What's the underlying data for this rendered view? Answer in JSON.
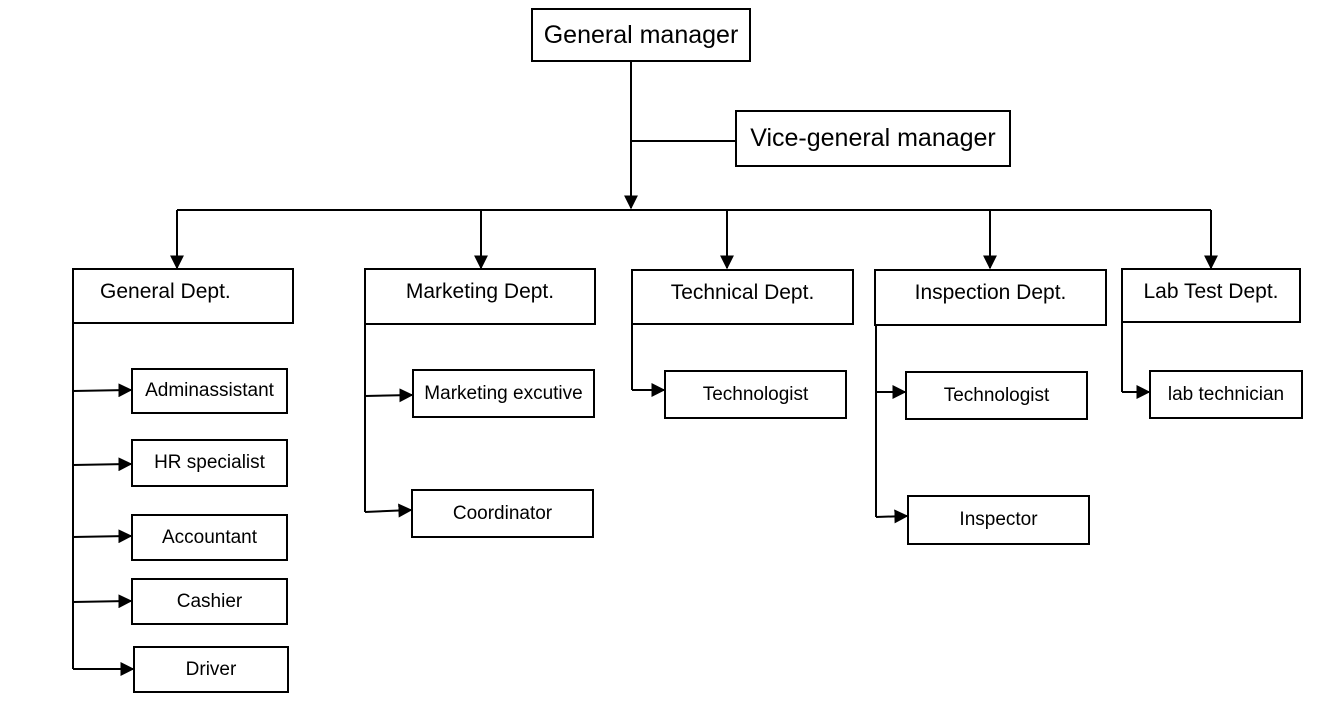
{
  "general_manager": "General manager",
  "vice_general_manager": "Vice-general manager",
  "departments": [
    {
      "name": "General Dept.",
      "roles": [
        "Adminassistant",
        "HR specialist",
        "Accountant",
        "Cashier",
        "Driver"
      ]
    },
    {
      "name": "Marketing Dept.",
      "roles": [
        "Marketing excutive",
        "Coordinator"
      ]
    },
    {
      "name": "Technical Dept.",
      "roles": [
        "Technologist"
      ]
    },
    {
      "name": "Inspection Dept.",
      "roles": [
        "Technologist",
        "Inspector"
      ]
    },
    {
      "name": "Lab Test Dept.",
      "roles": [
        "lab technician"
      ]
    }
  ]
}
